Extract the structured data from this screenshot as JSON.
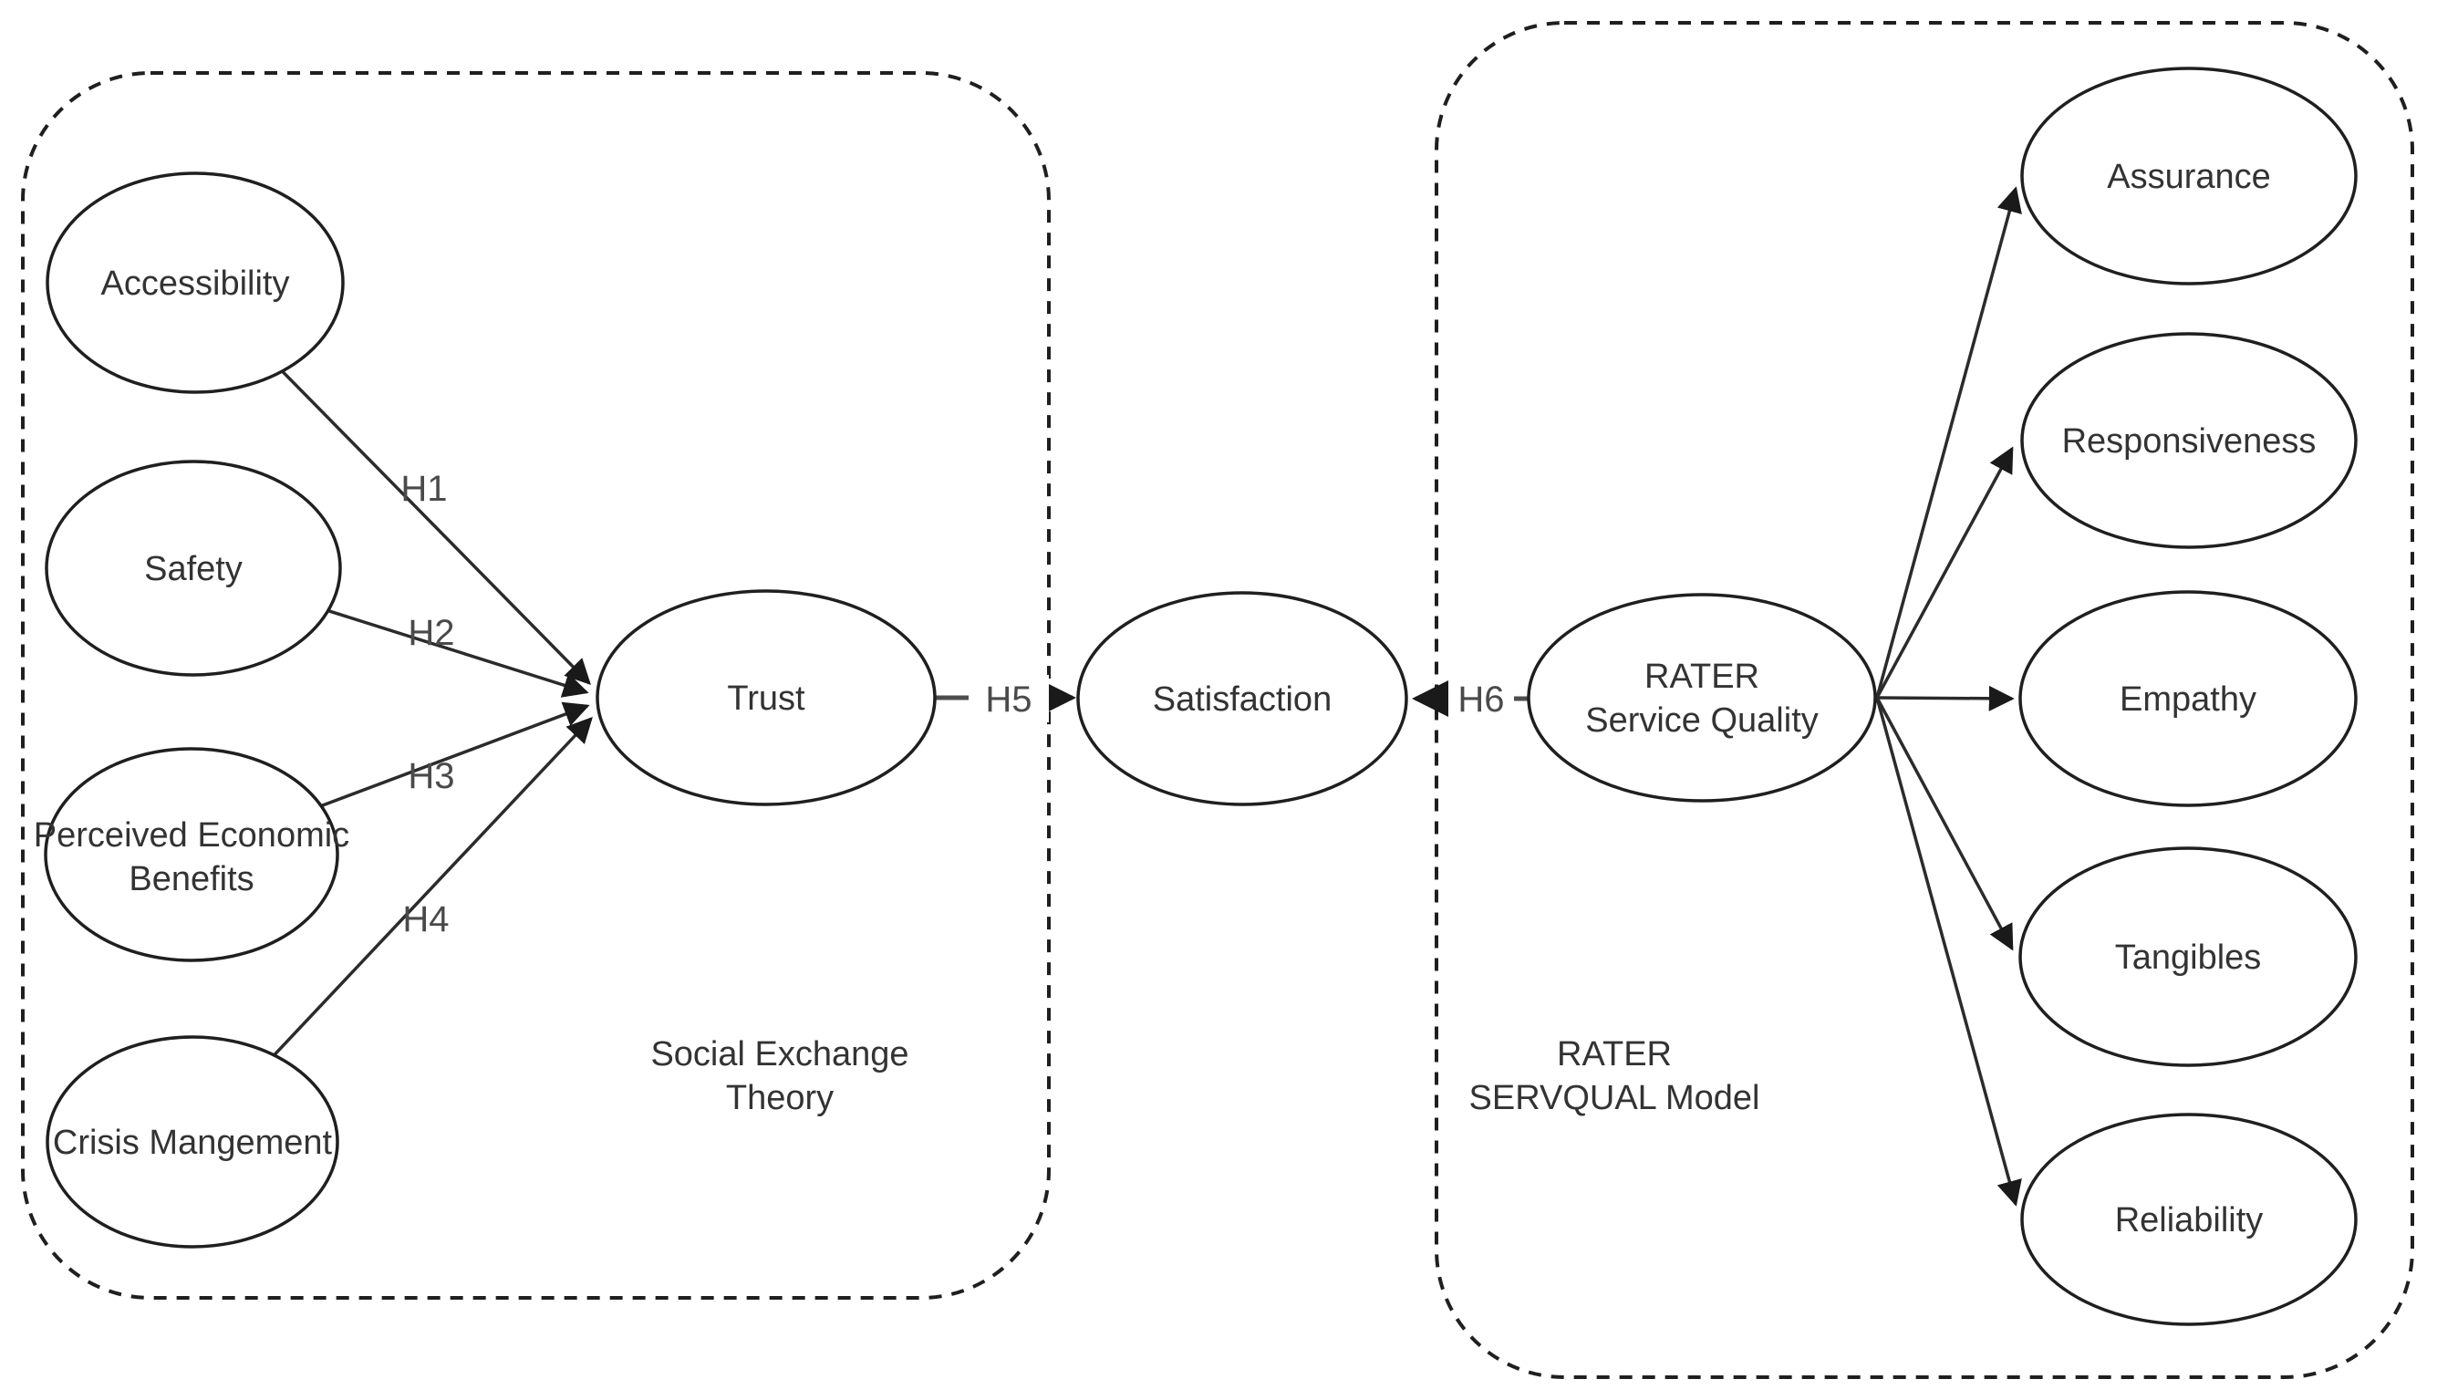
{
  "diagram": {
    "type": "conceptual-model-path-diagram",
    "groups": {
      "left": {
        "label_lines": [
          "Social Exchange",
          "Theory"
        ],
        "contains": [
          "Accessibility",
          "Safety",
          "Perceived Economic Benefits",
          "Crisis Mangement",
          "Trust"
        ]
      },
      "right": {
        "label_lines": [
          "RATER",
          "SERVQUAL Model"
        ],
        "contains": [
          "RATER Service Quality",
          "Assurance",
          "Responsiveness",
          "Empathy",
          "Tangibles",
          "Reliability"
        ]
      }
    },
    "nodes": {
      "accessibility": {
        "label": "Accessibility"
      },
      "safety": {
        "label": "Safety"
      },
      "perceived_economic_benefits": {
        "lines": [
          "Perceived Economic",
          "Benefits"
        ]
      },
      "crisis_management": {
        "label": "Crisis Mangement"
      },
      "trust": {
        "label": "Trust"
      },
      "satisfaction": {
        "label": "Satisfaction"
      },
      "rater_service_quality": {
        "lines": [
          "RATER",
          "Service Quality"
        ]
      },
      "assurance": {
        "label": "Assurance"
      },
      "responsiveness": {
        "label": "Responsiveness"
      },
      "empathy": {
        "label": "Empathy"
      },
      "tangibles": {
        "label": "Tangibles"
      },
      "reliability": {
        "label": "Reliability"
      }
    },
    "edges": {
      "h1": {
        "label": "H1",
        "from": "Accessibility",
        "to": "Trust"
      },
      "h2": {
        "label": "H2",
        "from": "Safety",
        "to": "Trust"
      },
      "h3": {
        "label": "H3",
        "from": "Perceived Economic Benefits",
        "to": "Trust"
      },
      "h4": {
        "label": "H4",
        "from": "Crisis Mangement",
        "to": "Trust"
      },
      "h5": {
        "label": "H5",
        "from": "Trust",
        "to": "Satisfaction"
      },
      "h6": {
        "label": "H6",
        "from": "RATER Service Quality",
        "to": "Satisfaction"
      },
      "rater_dimension_arrows": {
        "from": "RATER Service Quality",
        "to": [
          "Assurance",
          "Responsiveness",
          "Empathy",
          "Tangibles",
          "Reliability"
        ]
      }
    },
    "colors": {
      "background": "#ffffff",
      "shape_stroke": "#1f1f1f",
      "connector": "#4d4d4d",
      "text": "#333333"
    }
  }
}
